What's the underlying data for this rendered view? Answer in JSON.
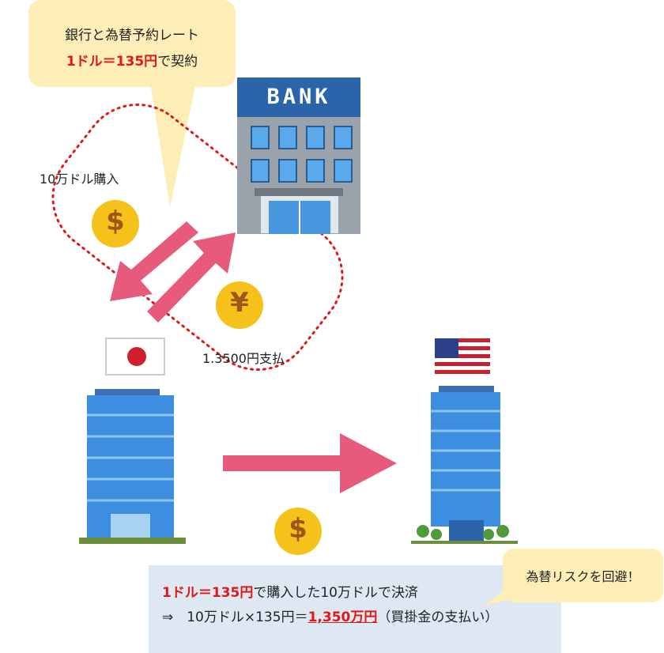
{
  "top_bubble": {
    "line1": "銀行と為替予約レート",
    "line2_highlight": "1ドル＝135円",
    "line2_rest": "で契約"
  },
  "bank_sign": "BANK",
  "labels": {
    "buy": "10万ドル購入",
    "pay": "1.3500円支払"
  },
  "info": {
    "line1_highlight": "1ドル＝135円",
    "line1_rest": "で購入した10万ドルで決済",
    "line2_prefix": "⇒　10万ドル×135円＝",
    "line2_amount": "1,350万円",
    "line2_suffix": "（買掛金の支払い）"
  },
  "right_bubble": "為替リスクを回避！",
  "colors": {
    "bubble": "#fdeeb8",
    "arrow": "#e85a7c",
    "coin": "#f4c21b",
    "coin_symbol": "#a0561a",
    "bank_blue": "#2b64a8",
    "info_box": "#dde8f3",
    "accent_red": "#e01818"
  },
  "icons": [
    "dollar-coin-icon",
    "yen-coin-icon",
    "bank-building-icon",
    "office-building-icon",
    "japan-flag-icon",
    "us-flag-icon",
    "arrow-icon"
  ]
}
